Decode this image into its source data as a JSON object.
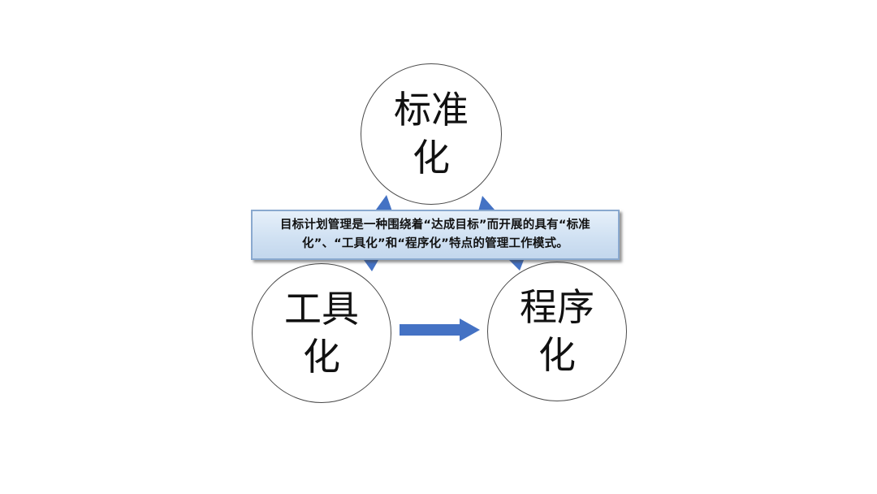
{
  "diagram": {
    "nodes": {
      "top": {
        "label": "标准化"
      },
      "left": {
        "label": "工具化"
      },
      "right": {
        "label": "程序化"
      }
    },
    "note": {
      "text": "目标计划管理是一种围绕着“达成目标”而开展的具有“标准化”、“工具化”和“程序化”特点的管理工作模式。"
    },
    "colors": {
      "arrow": "#4472c4",
      "circle_border": "#4a4a4a",
      "note_fill": "#d5e3f3",
      "note_border": "#8aa9cf"
    }
  }
}
